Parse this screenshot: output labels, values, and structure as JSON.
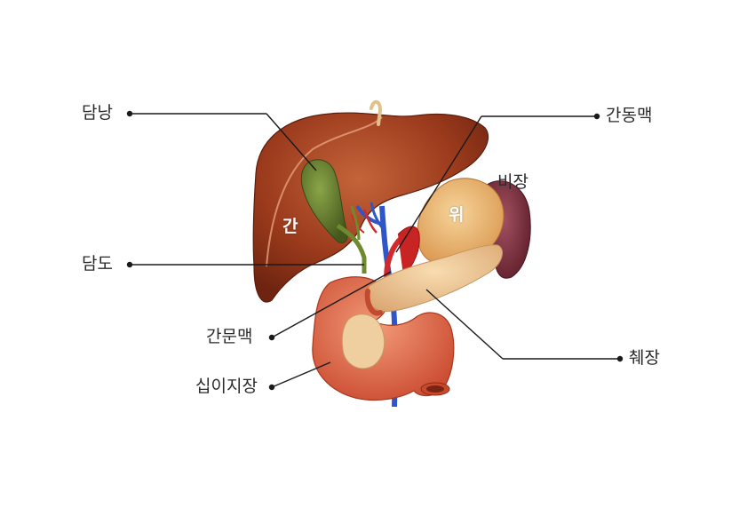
{
  "labels": {
    "gallbladder": "담낭",
    "bile_duct": "담도",
    "portal_vein": "간문맥",
    "duodenum": "십이지장",
    "hepatic_artery": "간동맥",
    "spleen": "비장",
    "pancreas": "췌장"
  },
  "organ_labels": {
    "liver": "간",
    "stomach": "위"
  },
  "colors": {
    "liver": "#9b3a1c",
    "liver_highlight": "#c4643a",
    "gallbladder": "#5f7a2a",
    "stomach": "#e9b46c",
    "spleen": "#7a2e3a",
    "pancreas": "#f0c896",
    "duodenum": "#e06a4a",
    "artery": "#d22a2a",
    "vein": "#2f56c8",
    "leader_line": "#1a1a1a"
  }
}
